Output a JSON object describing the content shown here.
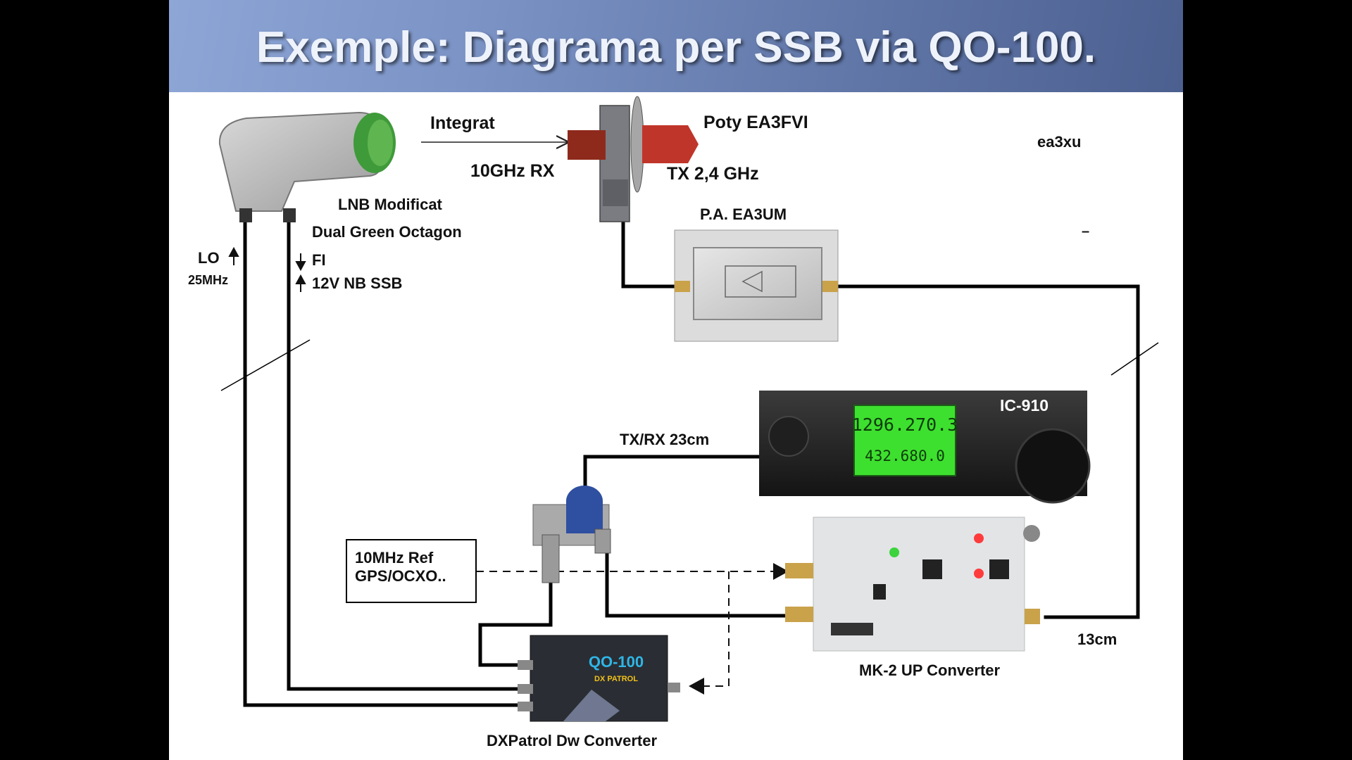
{
  "title": "Exemple: Diagrama per SSB via QO-100.",
  "labels": {
    "integrat": "Integrat",
    "poty": "Poty EA3FVI",
    "ea3xu": "ea3xu",
    "rx10": "10GHz RX",
    "tx24": "TX  2,4 GHz",
    "lnb1": "LNB  Modificat",
    "lnb2": "Dual Green Octagon",
    "pa": "P.A. EA3UM",
    "dash": "–",
    "lo": "LO",
    "lo_freq": "25MHz",
    "fi": "FI",
    "power": "12V  NB SSB",
    "txrx": "TX/RX  23cm",
    "radio": "IC-910",
    "ref1": "10MHz Ref",
    "ref2": "GPS/OCXO..",
    "cm13": "13cm",
    "mk2": "MK-2  UP Converter",
    "dxpatrol": "DXPatrol   Dw Converter"
  },
  "devices": {
    "lnb_ports": [
      "LO",
      "FI"
    ],
    "radio_display": [
      "1296.270.3",
      "432.680.0"
    ],
    "downconverter_logo": "QO-100",
    "downconverter_brand": "DX PATROL"
  },
  "colors": {
    "lnb_cap": "#3f9a3a",
    "radio_screen": "#3ee02f",
    "title_text": "#eef2fb",
    "cable": "#000000"
  }
}
